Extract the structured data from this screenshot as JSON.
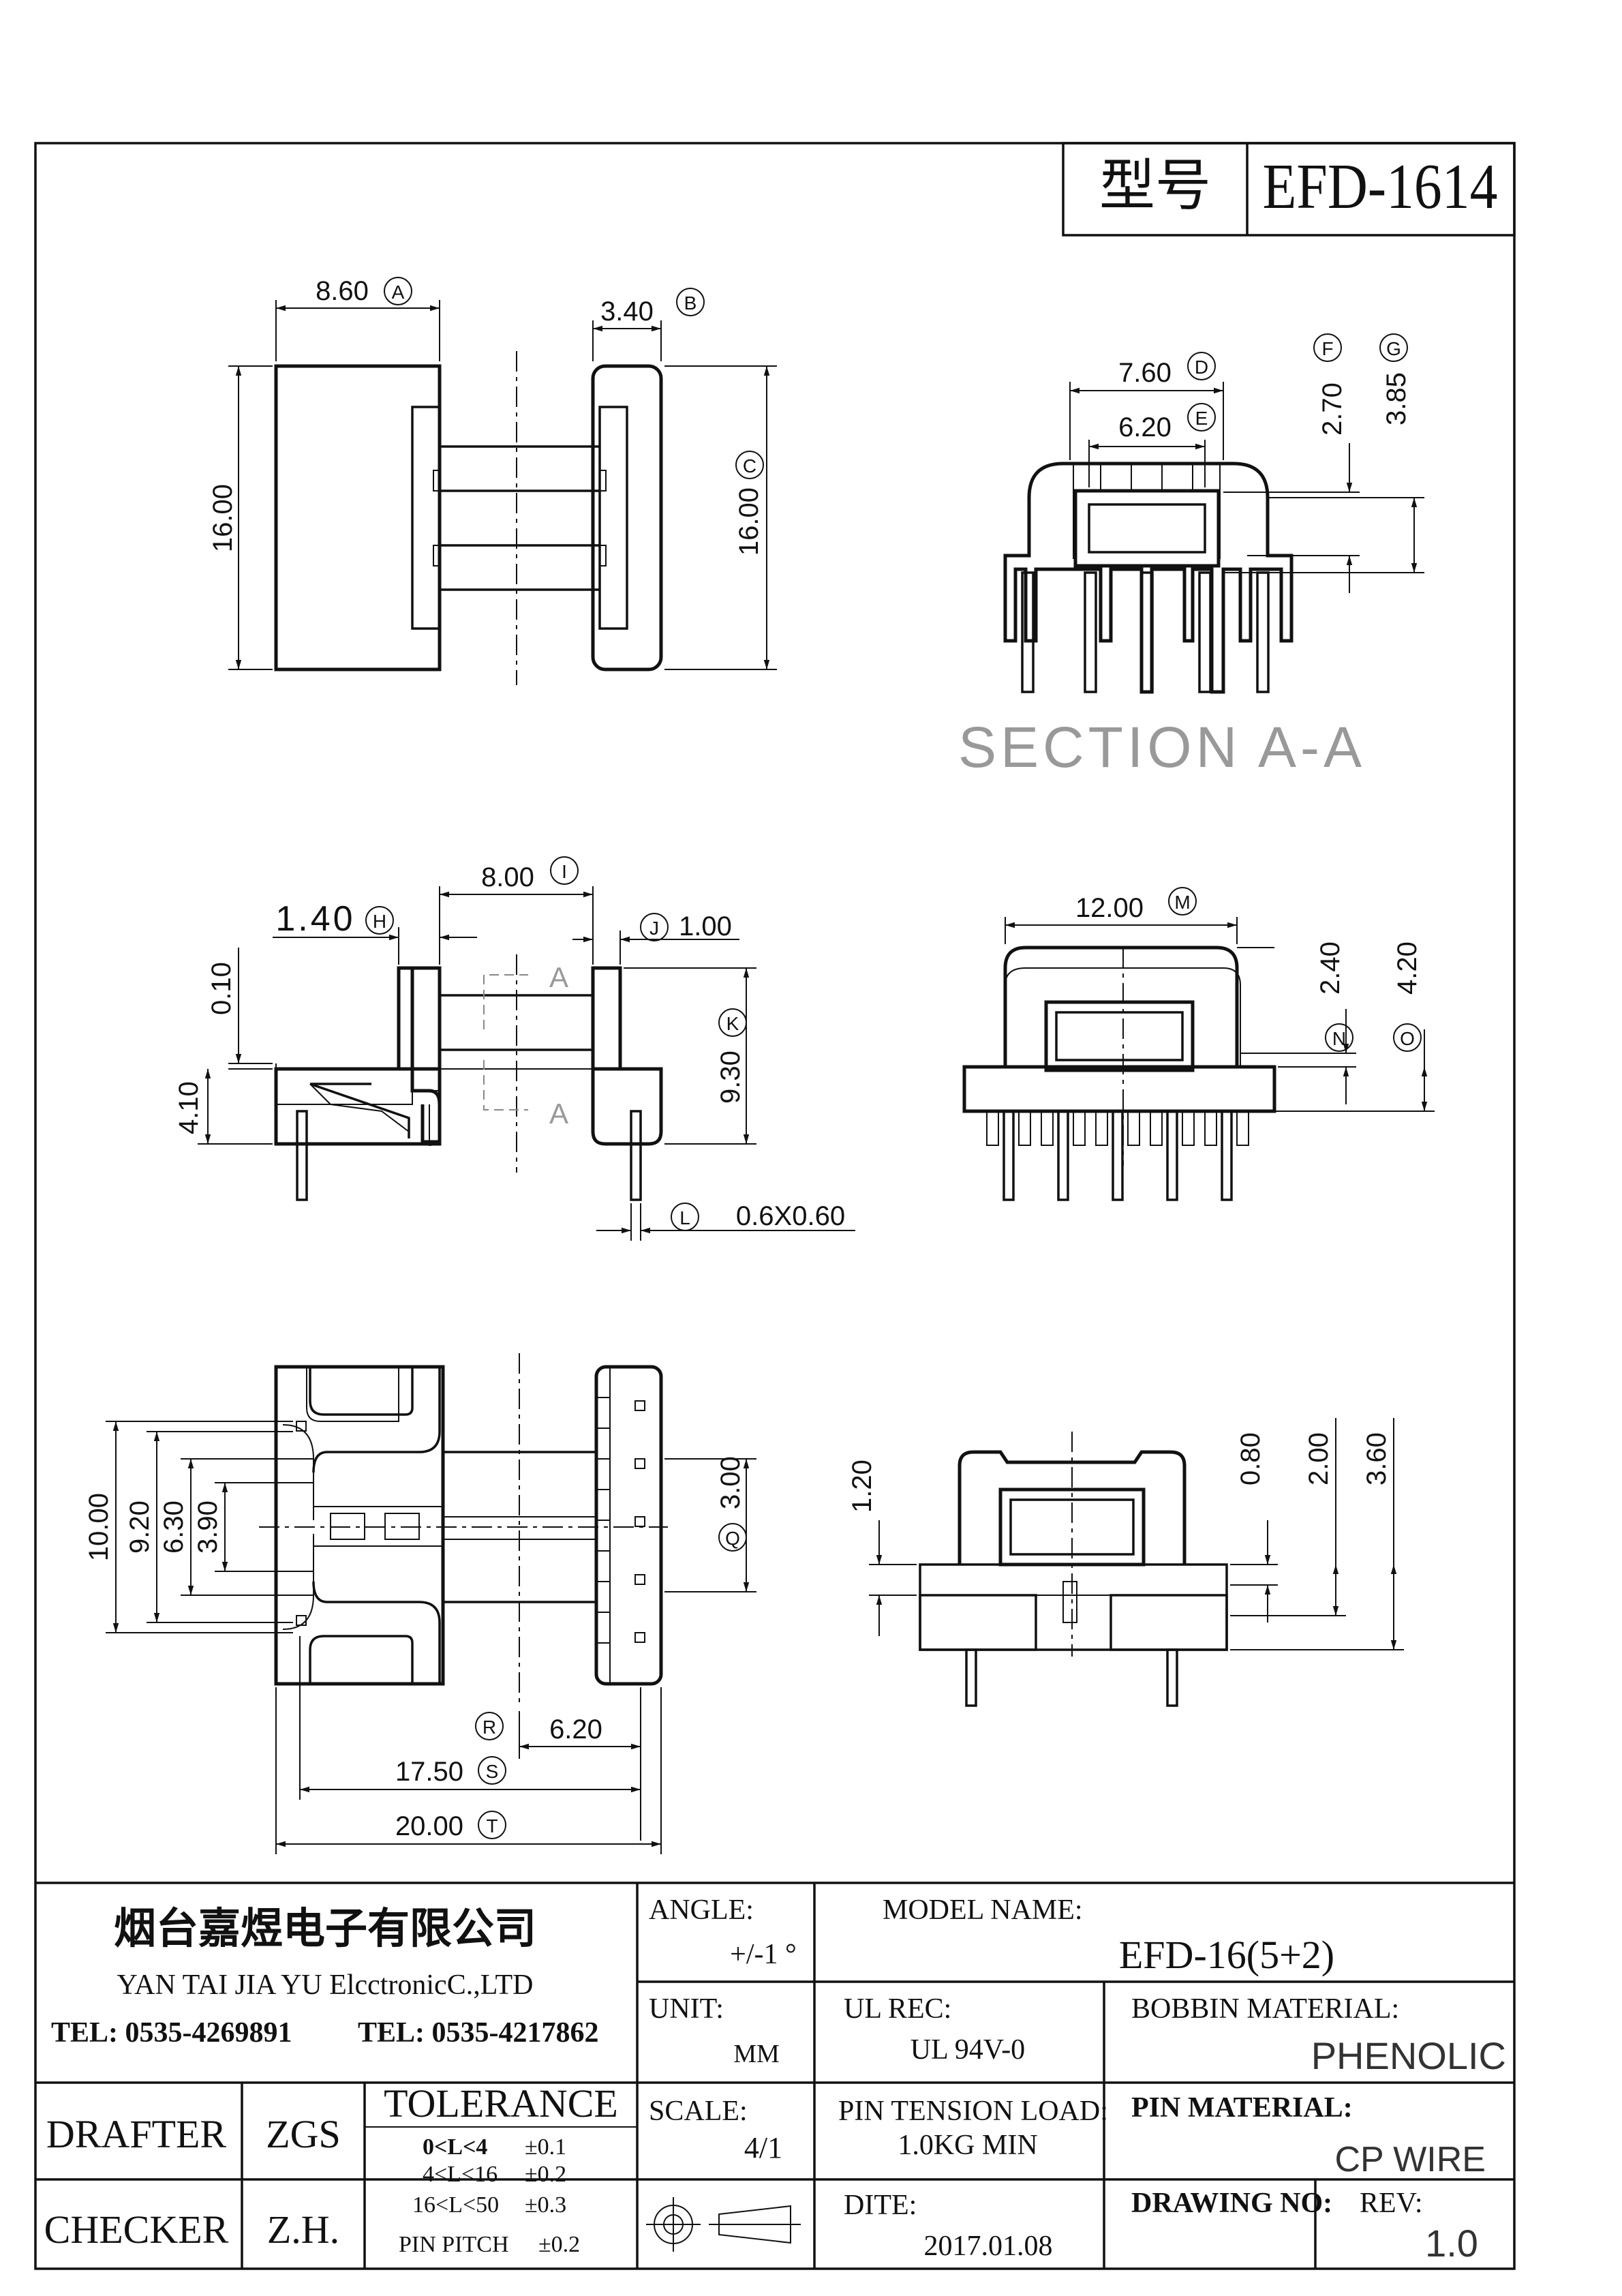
{
  "header": {
    "label_cn": "型号",
    "model": "EFD-1614"
  },
  "views": {
    "section_title": "SECTION A-A",
    "section_marker": "A"
  },
  "dims": {
    "A": {
      "value": "8.60",
      "tag": "A"
    },
    "B": {
      "value": "3.40",
      "tag": "B"
    },
    "C": {
      "value": "16.00",
      "tag": "C"
    },
    "left_height": {
      "value": "16.00"
    },
    "D": {
      "value": "7.60",
      "tag": "D"
    },
    "E": {
      "value": "6.20",
      "tag": "E"
    },
    "F": {
      "value": "2.70",
      "tag": "F"
    },
    "G": {
      "value": "3.85",
      "tag": "G"
    },
    "H": {
      "value": "1.40",
      "tag": "H"
    },
    "I": {
      "value": "8.00",
      "tag": "I"
    },
    "J": {
      "value": "1.00",
      "tag": "J"
    },
    "K": {
      "value": "9.30",
      "tag": "K"
    },
    "L": {
      "value": "0.6X0.60",
      "tag": "L"
    },
    "side_0_10": {
      "value": "0.10"
    },
    "side_4_10": {
      "value": "4.10"
    },
    "M": {
      "value": "12.00",
      "tag": "M"
    },
    "N": {
      "value": "2.40",
      "tag": "N"
    },
    "O": {
      "value": "4.20",
      "tag": "O"
    },
    "bot_10_00": {
      "value": "10.00"
    },
    "bot_9_20": {
      "value": "9.20"
    },
    "bot_6_30": {
      "value": "6.30"
    },
    "bot_3_90": {
      "value": "3.90"
    },
    "Q": {
      "value": "3.00",
      "tag": "Q"
    },
    "R": {
      "value": "6.20",
      "tag": "R"
    },
    "S": {
      "value": "17.50",
      "tag": "S"
    },
    "T": {
      "value": "20.00",
      "tag": "T"
    },
    "br_1_20": {
      "value": "1.20"
    },
    "br_0_80": {
      "value": "0.80"
    },
    "br_2_00": {
      "value": "2.00"
    },
    "br_3_60": {
      "value": "3.60"
    }
  },
  "title_block": {
    "company_cn": "烟台嘉煜电子有限公司",
    "company_en": "YAN TAI JIA YU ElcctronicC.,LTD",
    "tel1": "TEL: 0535-4269891",
    "tel2": "TEL: 0535-4217862",
    "angle_label": "ANGLE:",
    "angle_value": "+/-1 °",
    "model_name_label": "MODEL NAME:",
    "model_name_value": "EFD-16(5+2)",
    "unit_label": "UNIT:",
    "unit_value": "MM",
    "ul_rec_label": "UL REC:",
    "ul_rec_value": "UL 94V-0",
    "bobbin_material_label": "BOBBIN MATERIAL:",
    "bobbin_material_value": "PHENOLIC",
    "drafter_label": "DRAFTER",
    "drafter_value": "ZGS",
    "checker_label": "CHECKER",
    "checker_value": "Z.H.",
    "tolerance_title": "TOLERANCE",
    "tolerance_rows": [
      {
        "range": "0<L<4",
        "tol": "±0.1"
      },
      {
        "range": "4<L<16",
        "tol": "±0.2"
      },
      {
        "range": "16<L<50",
        "tol": "±0.3"
      }
    ],
    "pin_pitch_label": "PIN PITCH",
    "pin_pitch_value": "±0.2",
    "scale_label": "SCALE:",
    "scale_value": "4/1",
    "pin_tension_label": "PIN TENSION LOAD:",
    "pin_tension_value": "1.0KG MIN",
    "pin_material_label": "PIN MATERIAL:",
    "pin_material_value": "CP WIRE",
    "date_label": "DITE:",
    "date_value": "2017.01.08",
    "drawing_no_label": "DRAWING NO:",
    "rev_label": "REV:",
    "rev_value": "1.0"
  }
}
